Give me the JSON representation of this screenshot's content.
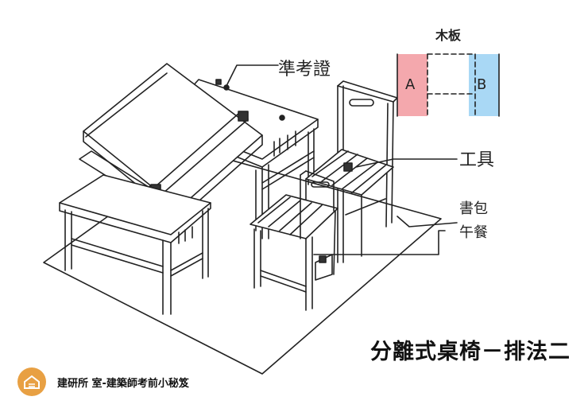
{
  "labels": {
    "wood_board": "木板",
    "board_a": "A",
    "board_b": "B",
    "admission_ticket": "準考證",
    "tools": "工具",
    "bag": "書包",
    "lunch": "午餐"
  },
  "title": "分離式桌椅－排法二",
  "footer": {
    "text": "建研所 室-建築師考前小秘笈",
    "logo_icon": "house-icon"
  },
  "colors": {
    "board_a": "#f4a8ad",
    "board_b": "#a9d8f5",
    "logo": "#e8a043"
  }
}
